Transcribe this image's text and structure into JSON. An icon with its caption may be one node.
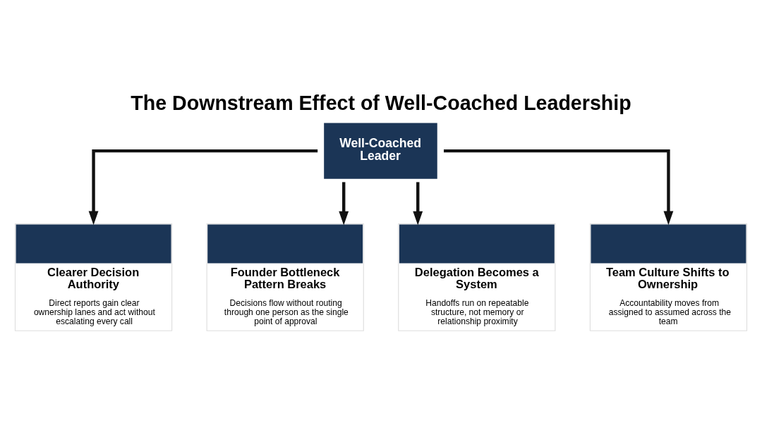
{
  "diagram": {
    "title": "The Downstream Effect of Well-Coached Leadership",
    "nodes": [
      {
        "text": [
          "Well-Coached Leader"
        ]
      },
      {
        "text": [
          "Clearer Decision Authority",
          "Direct reports gain clear ownership lanes and act without escalating every call"
        ]
      },
      {
        "text": [
          "Founder Bottleneck Pattern Breaks",
          "Decisions flow without routing through one person as the single point of approval"
        ]
      },
      {
        "text": [
          "Delegation Becomes a System",
          "Handoffs run on repeatable structure, not memory or relationship proximity"
        ]
      },
      {
        "text": [
          "Team Culture Shifts to Ownership",
          "Accountability moves from assigned to assumed across the team"
        ]
      }
    ],
    "edges": [
      {
        "from": 0,
        "to": 1,
        "arrow": "to"
      },
      {
        "from": 0,
        "to": 2,
        "arrow": "to"
      },
      {
        "from": 0,
        "to": 3,
        "arrow": "to"
      },
      {
        "from": 0,
        "to": 4,
        "arrow": "to"
      }
    ]
  }
}
